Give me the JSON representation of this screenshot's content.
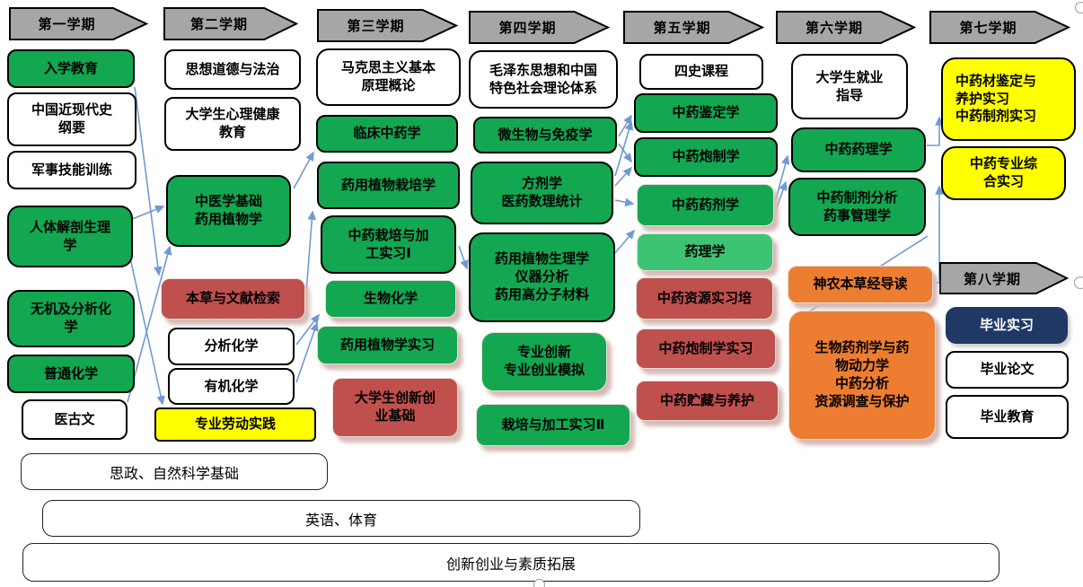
{
  "palette": {
    "green": "#12a750",
    "light_green": "#3cc473",
    "red": "#c0504d",
    "orange": "#ed7d31",
    "yellow": "#ffff00",
    "navy": "#1f3864",
    "header_gray": "#a6a6a6",
    "connector_blue": "#6f9ad3",
    "shadow_pink": "#d5bab4"
  },
  "semesters": {
    "s1": "第一学期",
    "s2": "第二学期",
    "s3": "第三学期",
    "s4": "第四学期",
    "s5": "第五学期",
    "s6": "第六学期",
    "s7": "第七学期",
    "s8": "第八学期"
  },
  "c1": {
    "b1": "入学教育",
    "b2": "中国近现代史\n纲要",
    "b3": "军事技能训练",
    "b4": "人体解剖生理\n学",
    "b5": "无机及分析化\n学",
    "b6": "普通化学",
    "b7": "医古文"
  },
  "c2": {
    "b1": "思想道德与法治",
    "b2": "大学生心理健康\n教育",
    "b3": "中医学基础\n药用植物学",
    "b4": "本草与文献检索",
    "b5": "分析化学",
    "b6": "有机化学",
    "b7": "专业劳动实践"
  },
  "c3": {
    "b1": "马克思主义基本\n原理概论",
    "b2": "临床中药学",
    "b3": "药用植物栽培学",
    "b4": "中药栽培与加\n工实习Ⅰ",
    "b5": "生物化学",
    "b6": "药用植物学实习",
    "b7": "大学生创新创\n业基础"
  },
  "c4": {
    "b1": "毛泽东思想和中国\n特色社会理论体系",
    "b2": "微生物与免疫学",
    "b3": "方剂学\n医药数理统计",
    "b4": "药用植物生理学\n仪器分析\n药用高分子材料",
    "b5": "专业创新\n专业创业模拟",
    "b6": "栽培与加工实习Ⅱ"
  },
  "c5": {
    "b1": "四史课程",
    "b2": "中药鉴定学",
    "b3": "中药炮制学",
    "b4": "中药药剂学",
    "b5": "药理学",
    "b6": "中药资源实习培",
    "b7": "中药炮制学实习",
    "b8": "中药贮藏与养护"
  },
  "c6": {
    "b1": "大学生就业\n指导",
    "b2": "中药药理学",
    "b3": "中药制剂分析\n药事管理学",
    "b4": "神农本草经导读",
    "b5": "生物药剂学与药\n物动力学\n中药分析\n资源调查与保护"
  },
  "c7": {
    "b1": "中药材鉴定与\n养护实习\n中药制剂实习",
    "b2": "中药专业综\n合实习",
    "b3": "毕业实习",
    "b4": "毕业论文",
    "b5": "毕业教育"
  },
  "bars": {
    "b1": "思政、自然科学基础",
    "b2": "英语、体育",
    "b3": "创新创业与素质拓展"
  }
}
